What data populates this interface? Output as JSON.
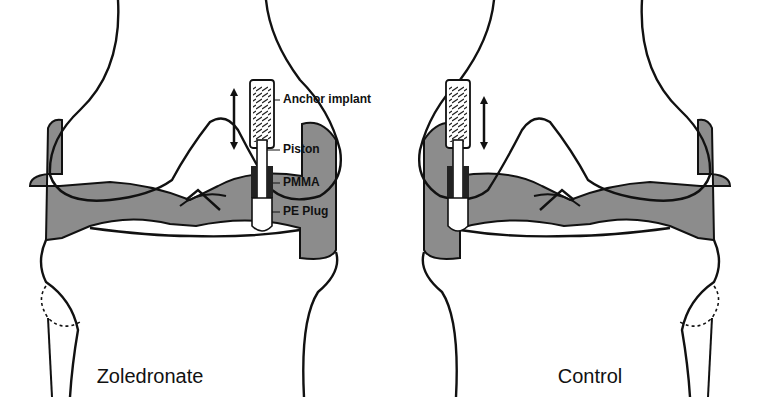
{
  "diagram": {
    "labels": [
      "Anchor implant",
      "Piston",
      "PMMA",
      "PE Plug",
      "Zoledronate",
      "Control"
    ]
  }
}
